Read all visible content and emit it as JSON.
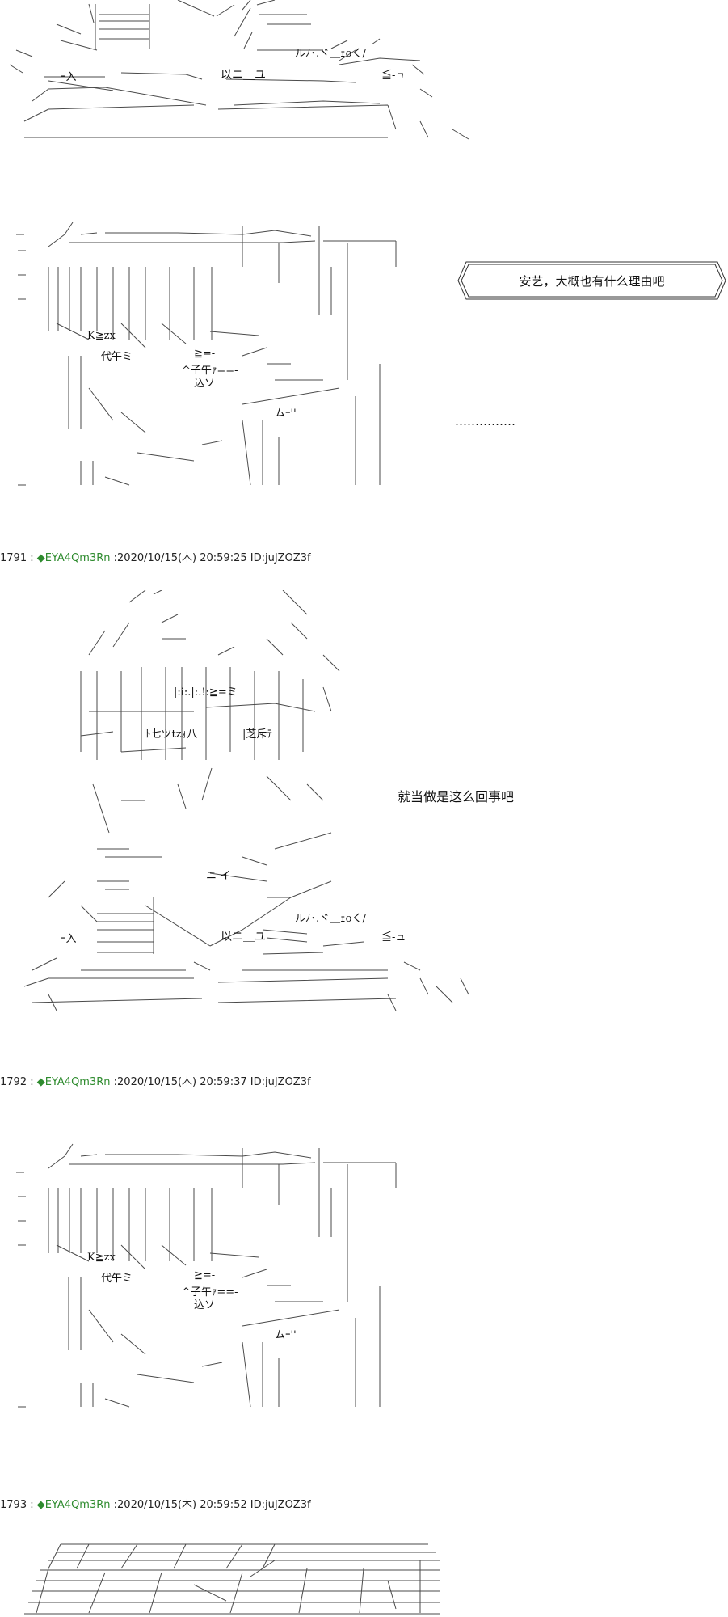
{
  "posts": [
    {
      "number": "1791",
      "separator": ":",
      "diamond": "◆",
      "trip": "EYA4Qm3Rn",
      "meta": ":2020/10/15(木) 20:59:25 ID:juJZOZ3f"
    },
    {
      "number": "1792",
      "separator": ":",
      "diamond": "◆",
      "trip": "EYA4Qm3Rn",
      "meta": ":2020/10/15(木) 20:59:37 ID:juJZOZ3f"
    },
    {
      "number": "1793",
      "separator": ":",
      "diamond": "◆",
      "trip": "EYA4Qm3Rn",
      "meta": ":2020/10/15(木) 20:59:52 ID:juJZOZ3f"
    }
  ],
  "dialogue": {
    "bubble_text": "安艺，大概也有什么理由吧",
    "ellipsis": "……………",
    "line_2": "就当做是这么回事吧"
  },
  "ascii_fragments": {
    "a1": "以ニ＿ユ",
    "a2": "ルﾉ･.ヾ＿ｪoく/",
    "a3": "≦-ュ",
    "a4": "K≧zx",
    "a5": "代午ミ",
    "a6": "≧=-",
    "a7": "^子午ｧ==-",
    "a8": "込ソ",
    "a9": "ムｰ''",
    "a10": "|:i:.|:.!:≧=ミ",
    "a11": "ﾄ七ツtzｫ八",
    "a12": "|芝斥ﾃ",
    "a13": "ニ-イ",
    "a14": "ｰ入"
  },
  "colors": {
    "background": "#ffffff",
    "trip": "#2e8b2e",
    "text": "#222222"
  }
}
